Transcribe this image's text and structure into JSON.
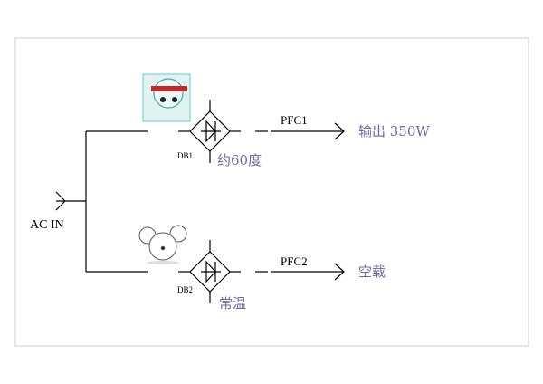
{
  "input_label": "AC IN",
  "branches": [
    {
      "bridge": "DB1",
      "converter": "PFC1",
      "output": "输出 350W",
      "temperature": "约60度",
      "mascot": "hot-cartoon-character"
    },
    {
      "bridge": "DB2",
      "converter": "PFC2",
      "output": "空载",
      "temperature": "常温",
      "mascot": "cartoon-mouse"
    }
  ],
  "colors": {
    "line": "#000000",
    "annotation": "#6a6aa8",
    "frame": "#cccccc"
  }
}
